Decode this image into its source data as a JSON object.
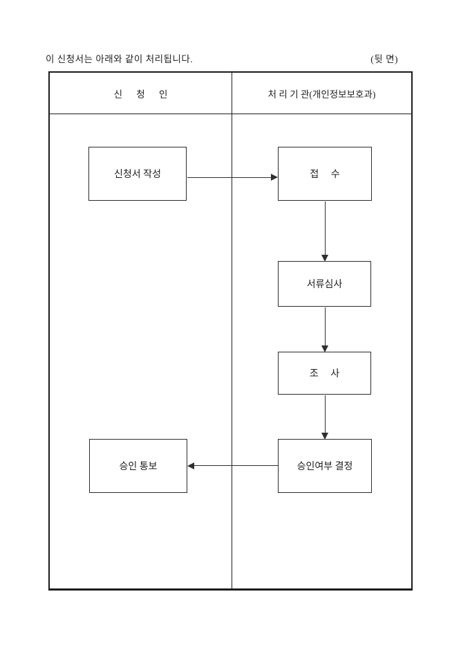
{
  "page": {
    "intro_text": "이 신청서는 아래와 같이 처리됩니다.",
    "side_label": "(뒷 면)"
  },
  "table": {
    "applicant_header": "신      청      인",
    "agency_header": "처 리 기 관(개인정보보호과)"
  },
  "flow": {
    "apply": "신청서 작성",
    "receipt": "접     수",
    "review": "서류심사",
    "investigation": "조     사",
    "decision": "승인여부 결정",
    "notify": "승인 통보"
  }
}
